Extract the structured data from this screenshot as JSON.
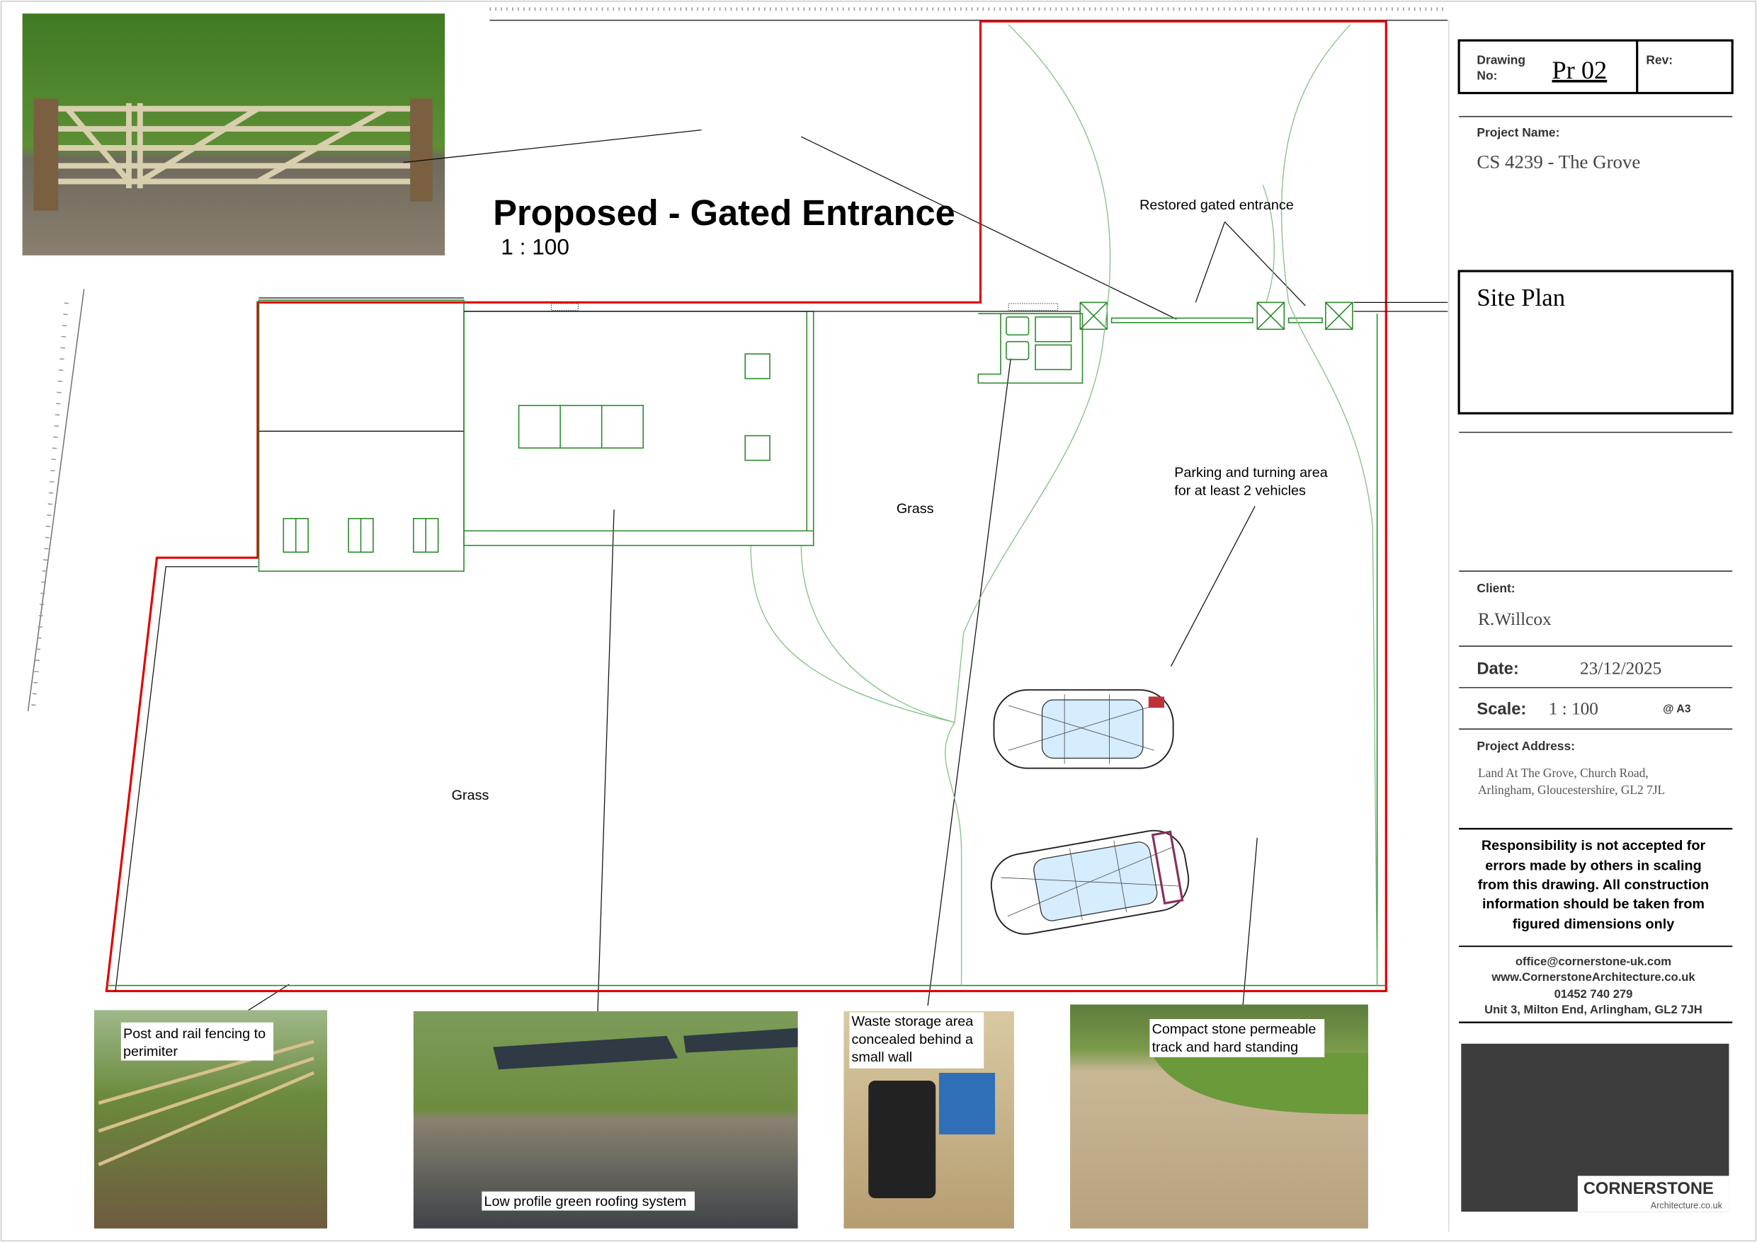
{
  "drawing": {
    "title": "Proposed - Gated Entrance",
    "scale": "1 : 100",
    "labels": {
      "restored_gate": "Restored gated entrance",
      "parking_line1": "Parking and turning area",
      "parking_line2": "for at least 2 vehicles",
      "grass_1": "Grass",
      "grass_2": "Grass"
    },
    "photos": {
      "fence_line1": "Post and rail fencing to",
      "fence_line2": "perimiter",
      "roof": "Low profile green roofing system",
      "waste_line1": "Waste storage area",
      "waste_line2": "concealed behind a",
      "waste_line3": "small wall",
      "stone_line1": "Compact stone permeable",
      "stone_line2": "track and hard standing"
    }
  },
  "title_block": {
    "drawing_no_label_1": "Drawing",
    "drawing_no_label_2": "No:",
    "drawing_no": "Pr 02",
    "rev_label": "Rev:",
    "project_name_label": "Project Name:",
    "project_name": "CS 4239 - The Grove",
    "sheet_title": "Site Plan",
    "client_label": "Client:",
    "client": "R.Willcox",
    "date_label": "Date:",
    "date": "23/12/2025",
    "scale_label": "Scale:",
    "scale": "1 : 100",
    "paper": "@ A3",
    "address_label": "Project Address:",
    "address_line1": "Land At The Grove, Church Road,",
    "address_line2": "Arlingham, Gloucestershire, GL2 7JL",
    "disclaimer": [
      "Responsibility is not accepted for",
      "errors made by others in scaling",
      "from this drawing.  All construction",
      "information should be taken from",
      "figured dimensions only"
    ],
    "email": "office@cornerstone-uk.com",
    "website": "www.CornerstoneArchitecture.co.uk",
    "phone": "01452 740 279",
    "office_address": "Unit 3, Milton End, Arlingham, GL2 7JH",
    "logo_word": "CORNERSTONE",
    "logo_sub": "Architecture.co.uk"
  },
  "colors": {
    "boundary": "#e00000",
    "plan_line": "#2a8a2a",
    "logo_bg": "#3c3c3c"
  }
}
